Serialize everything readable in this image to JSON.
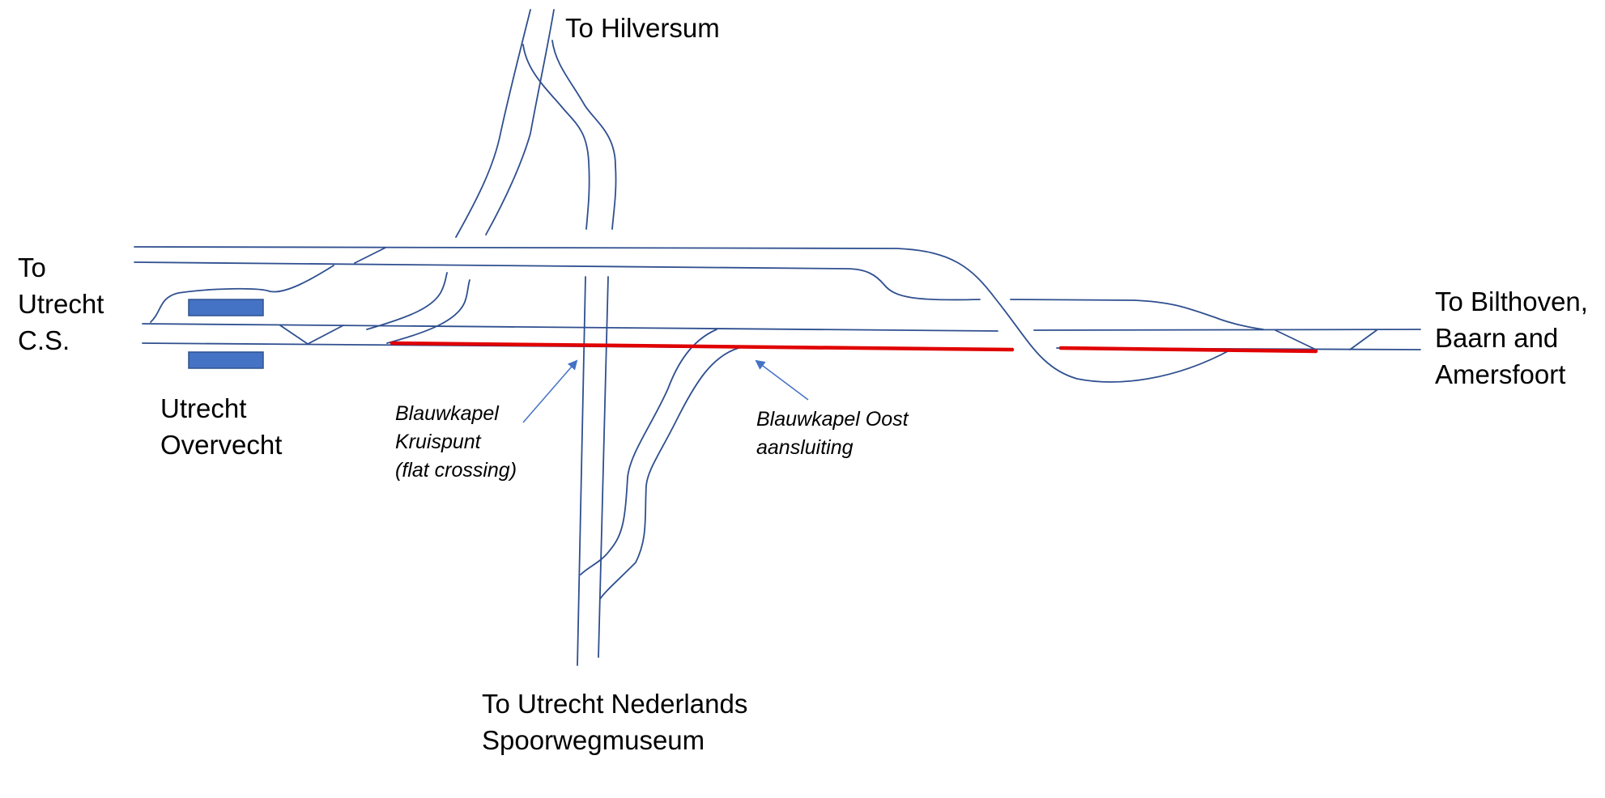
{
  "colors": {
    "track": "#2F4F8F",
    "highlight": "#E00000",
    "platform": "#4472C4",
    "platform_border": "#2F528F",
    "arrow": "#4472C4"
  },
  "labels": {
    "hilversum": [
      "To Hilversum"
    ],
    "utrecht_cs": [
      "To",
      "Utrecht",
      "C.S."
    ],
    "bilthoven": [
      "To Bilthoven,",
      "Baarn and",
      "Amersfoort"
    ],
    "overvecht": [
      "Utrecht",
      "Overvecht"
    ],
    "museum": [
      "To Utrecht Nederlands",
      "Spoorwegmuseum"
    ],
    "kruispunt": [
      "Blauwkapel",
      "Kruispunt",
      "(flat crossing)"
    ],
    "oost": [
      "Blauwkapel Oost",
      "aansluiting"
    ]
  }
}
